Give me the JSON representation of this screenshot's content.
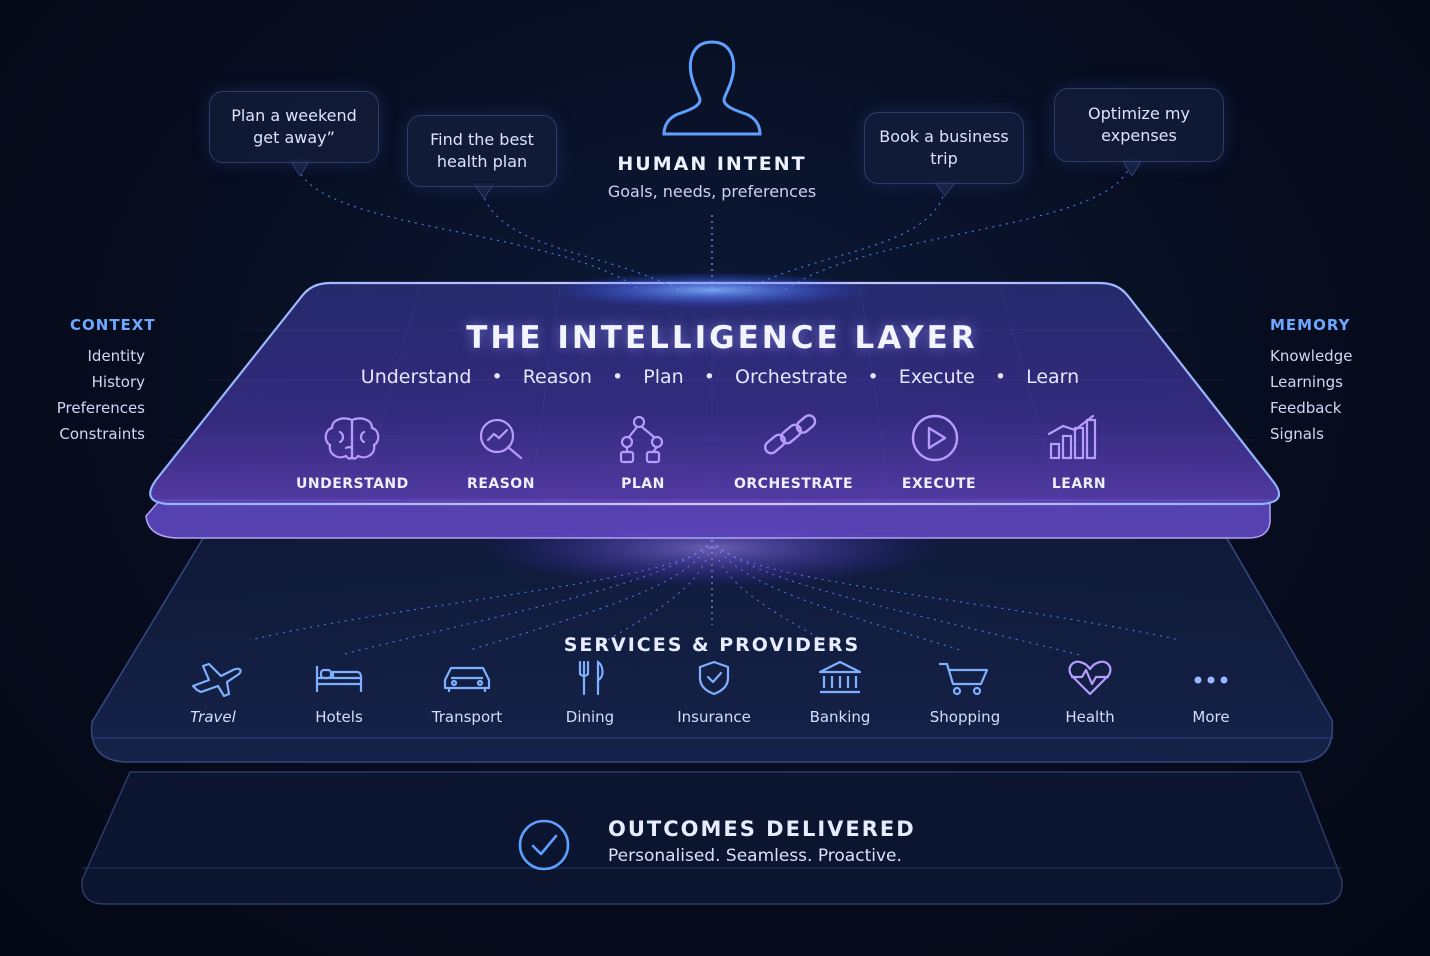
{
  "human_intent": {
    "title": "HUMAN INTENT",
    "subtitle": "Goals, needs, preferences",
    "bubbles": [
      {
        "line1": "Plan a weekend",
        "line2": "get away”"
      },
      {
        "line1": "Find the best",
        "line2": "health plan"
      },
      {
        "line1": "Book a business",
        "line2": "trip"
      },
      {
        "line1": "Optimize my",
        "line2": "expenses"
      }
    ]
  },
  "context": {
    "title": "CONTEXT",
    "items": [
      "Identity",
      "History",
      "Preferences",
      "Constraints"
    ]
  },
  "memory": {
    "title": "MEMORY",
    "items": [
      "Knowledge",
      "Learnings",
      "Feedback",
      "Signals"
    ]
  },
  "intelligence_layer": {
    "title": "THE INTELLIGENCE LAYER",
    "steps": [
      "Understand",
      "Reason",
      "Plan",
      "Orchestrate",
      "Execute",
      "Learn"
    ],
    "capabilities": [
      {
        "label": "UNDERSTAND",
        "icon": "brain-icon"
      },
      {
        "label": "REASON",
        "icon": "magnifier-chart-icon"
      },
      {
        "label": "PLAN",
        "icon": "flow-icon"
      },
      {
        "label": "ORCHESTRATE",
        "icon": "chain-link-icon"
      },
      {
        "label": "EXECUTE",
        "icon": "play-icon"
      },
      {
        "label": "LEARN",
        "icon": "bar-chart-icon"
      }
    ]
  },
  "services": {
    "title": "SERVICES & PROVIDERS",
    "items": [
      {
        "label": "Travel",
        "icon": "airplane-icon"
      },
      {
        "label": "Hotels",
        "icon": "bed-icon"
      },
      {
        "label": "Transport",
        "icon": "car-icon"
      },
      {
        "label": "Dining",
        "icon": "fork-knife-icon"
      },
      {
        "label": "Insurance",
        "icon": "shield-icon"
      },
      {
        "label": "Banking",
        "icon": "bank-icon"
      },
      {
        "label": "Shopping",
        "icon": "cart-icon"
      },
      {
        "label": "Health",
        "icon": "heart-pulse-icon"
      },
      {
        "label": "More",
        "icon": "more-icon"
      }
    ]
  },
  "outcomes": {
    "title": "OUTCOMES DELIVERED",
    "subtitle": "Personalised. Seamless. Proactive."
  },
  "colors": {
    "accent_blue": "#4f8dff",
    "accent_purple": "#9a7bff",
    "background": "#070d1f"
  }
}
